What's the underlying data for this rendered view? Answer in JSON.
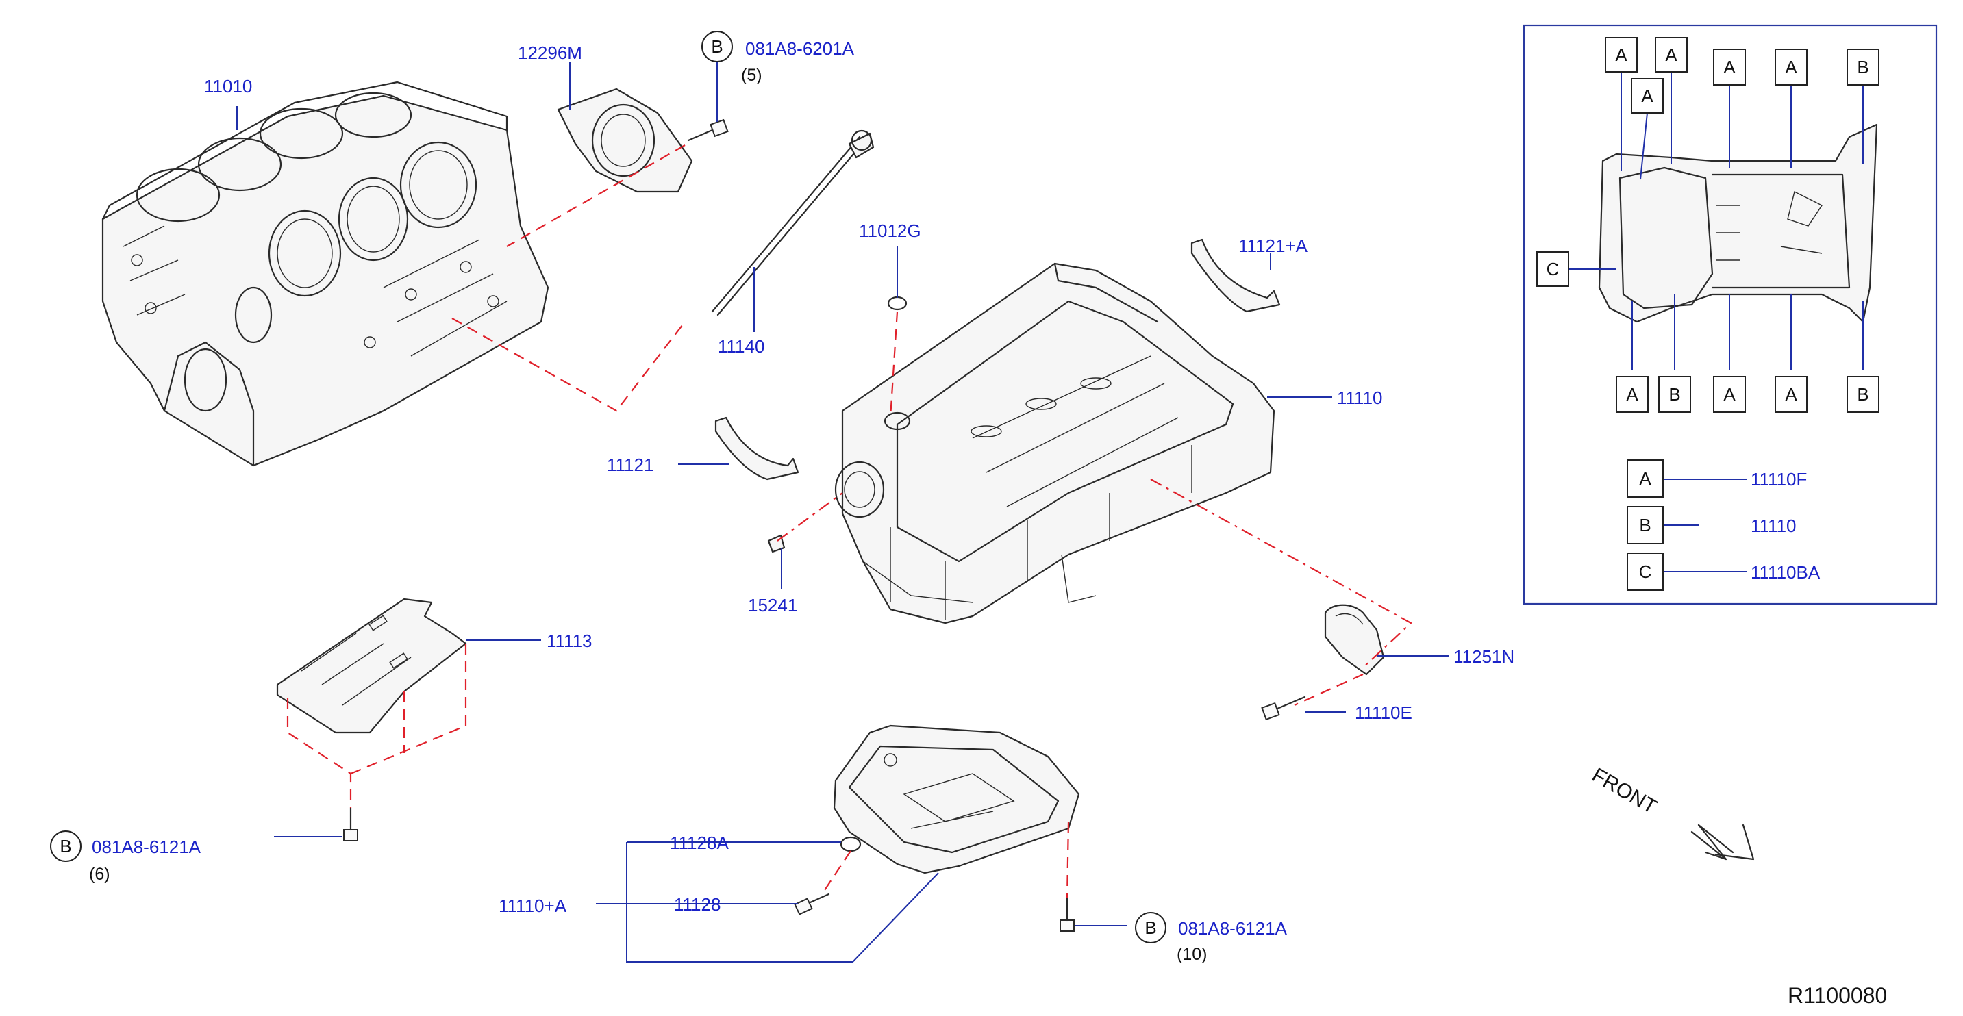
{
  "diagram_ref": "R1100080",
  "front_label": "FRONT",
  "parts": {
    "p11010": "11010",
    "p12296M": "12296M",
    "p081A8_6201A": "081A8-6201A",
    "p081A8_6201A_qty": "(5)",
    "p11140": "11140",
    "p11012G": "11012G",
    "p11121A": "11121+A",
    "p11110": "11110",
    "p11121": "11121",
    "p15241": "15241",
    "p11113": "11113",
    "p11251N": "11251N",
    "p11110E": "11110E",
    "p081A8_6121A_left": "081A8-6121A",
    "p081A8_6121A_left_qty": "(6)",
    "p11128A": "11128A",
    "p11128": "11128",
    "p11110A": "11110+A",
    "p081A8_6121A_bottom": "081A8-6121A",
    "p081A8_6121A_bottom_qty": "(10)"
  },
  "callout_letter": "B",
  "inset": {
    "top_callouts": [
      "A",
      "A",
      "A",
      "A",
      "A",
      "B"
    ],
    "side_callout": "C",
    "bottom_callouts": [
      "A",
      "B",
      "A",
      "A",
      "B"
    ],
    "legend": [
      {
        "key": "A",
        "part": "11110F"
      },
      {
        "key": "B",
        "part": "11110"
      },
      {
        "key": "C",
        "part": "11110BA"
      }
    ]
  },
  "colors": {
    "label_blue": "#1a22c8",
    "dashed_red": "#e0202a",
    "inset_frame": "#2a3aa0"
  }
}
